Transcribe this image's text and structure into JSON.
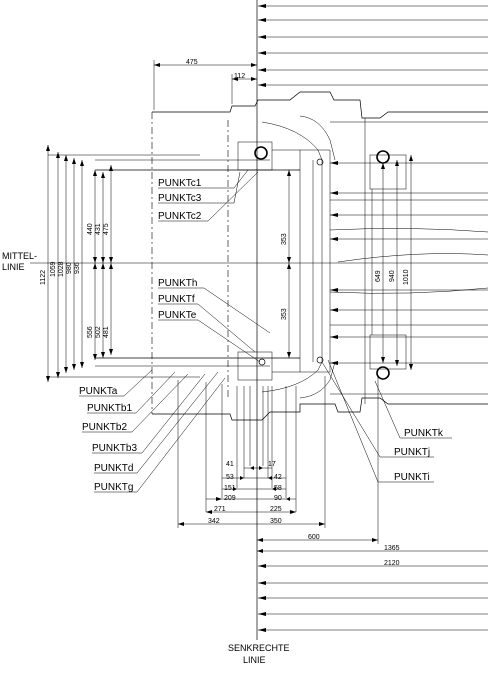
{
  "axis_labels": {
    "mittel_line1": "MITTEL-",
    "mittel_line2": "LINIE",
    "senk_line1": "SENKRECHTE",
    "senk_line2": "LINIE"
  },
  "points_left": [
    "PUNKTc1",
    "PUNKTc3",
    "PUNKTc2",
    "PUNKTh",
    "PUNKTf",
    "PUNKTe"
  ],
  "points_lower": [
    "PUNKTa",
    "PUNKTb1",
    "PUNKTb2",
    "PUNKTb3",
    "PUNKTd",
    "PUNKTg"
  ],
  "points_right": [
    "PUNKTk",
    "PUNKTj",
    "PUNKTi"
  ],
  "dims_top": [
    "475",
    "112"
  ],
  "dims_left_vertical": [
    "1122",
    "1059",
    "1028",
    "980",
    "936",
    "440",
    "431",
    "475",
    "556",
    "502",
    "481"
  ],
  "dims_center_vertical": [
    "353",
    "353"
  ],
  "dims_right_vertical": [
    "649",
    "940",
    "1010"
  ],
  "dims_bottom": [
    "41",
    "17",
    "53",
    "42",
    "151",
    "58",
    "209",
    "90",
    "271",
    "225",
    "342",
    "350",
    "600",
    "1365",
    "2120"
  ]
}
